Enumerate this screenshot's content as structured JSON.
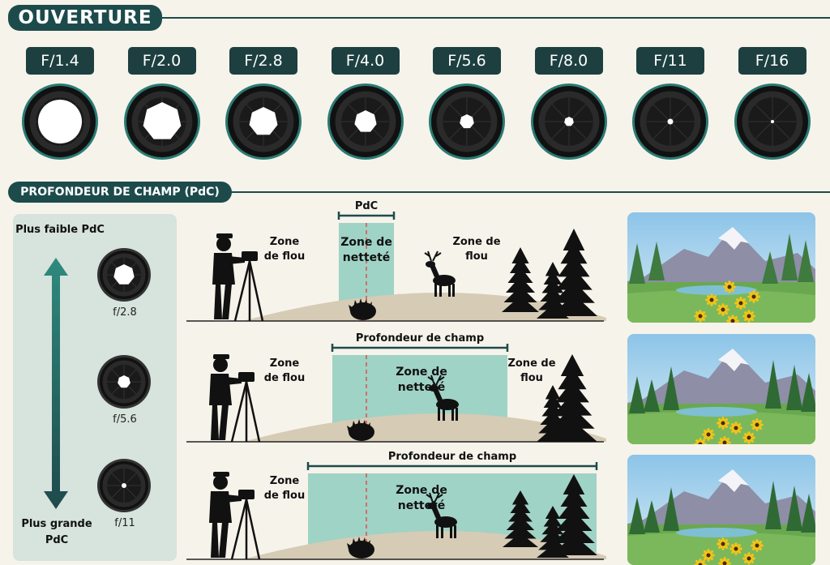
{
  "header": {
    "title": "OUVERTURE"
  },
  "apertures": [
    {
      "label": "F/1.4"
    },
    {
      "label": "F/2.0"
    },
    {
      "label": "F/2.8"
    },
    {
      "label": "F/4.0"
    },
    {
      "label": "F/5.6"
    },
    {
      "label": "F/8.0"
    },
    {
      "label": "F/11"
    },
    {
      "label": "F/16"
    }
  ],
  "section2": {
    "title": "PROFONDEUR DE CHAMP (PdC)"
  },
  "sidebar": {
    "top_label": "Plus faible PdC",
    "bottom_label": "Plus grande PdC",
    "lenses": [
      {
        "label": "f/2.8"
      },
      {
        "label": "f/5.6"
      },
      {
        "label": "f/11"
      }
    ]
  },
  "rows": [
    {
      "dof_label": "PdC",
      "zone_blur": "Zone de flou",
      "zone_sharp": "Zone de netteté",
      "zone_blur_right": "Zone de flou"
    },
    {
      "dof_label": "Profondeur de champ",
      "zone_blur": "Zone de flou",
      "zone_sharp": "Zone de netteté",
      "zone_blur_right": "Zone de flou"
    },
    {
      "dof_label": "Profondeur de champ",
      "zone_blur": "Zone de flou",
      "zone_sharp": "Zone de netteté"
    }
  ],
  "colors": {
    "primary": "#1d4b4c",
    "sharp_zone": "#9fd3c5",
    "ground": "#d6cbb5",
    "focus_line": "#d9534f"
  }
}
